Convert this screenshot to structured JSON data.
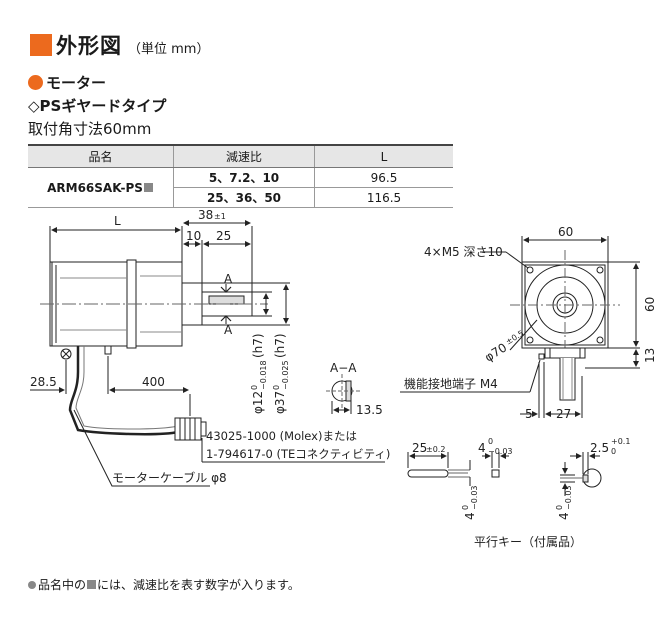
{
  "header": {
    "title": "外形図",
    "unit": "（単位 mm）",
    "motor_label": "モーター",
    "series_label": "◇PSギヤードタイプ",
    "size_label": "取付角寸法60mm"
  },
  "table": {
    "headers": [
      "品名",
      "減速比",
      "L"
    ],
    "product": "ARM66SAK-PS",
    "rows": [
      {
        "ratio": "5、7.2、10",
        "L": "96.5"
      },
      {
        "ratio": "25、36、50",
        "L": "116.5"
      }
    ]
  },
  "drawing": {
    "dim_L": "L",
    "dim_38": "38",
    "dim_38_tol": "±1",
    "dim_10": "10",
    "dim_25": "25",
    "section_a": "A",
    "shaft_dia": "φ12",
    "shaft_tol_top": "0",
    "shaft_tol_bot": "−0.018",
    "shaft_fit": "(h7)",
    "pilot_dia": "φ37",
    "pilot_tol_top": "0",
    "pilot_tol_bot": "−0.025",
    "pilot_fit": "(h7)",
    "dim_28_5": "28.5",
    "dim_400": "400",
    "section_aa": "A−A",
    "dim_13_5": "13.5",
    "connector_line1": "43025-1000 (Molex)または",
    "connector_line2": "1-794617-0 (TEコネクティビティ)",
    "cable_label": "モーターケーブル φ8",
    "front_60_w": "60",
    "front_60_h": "60",
    "holes": "4×M5 深さ10",
    "pcd": "φ70",
    "pcd_tol": "±0.5",
    "dim_13": "13",
    "ground": "機能接地端子 M4",
    "dim_5": "5",
    "dim_27": "27",
    "key_25": "25",
    "key_25_tol": "±0.2",
    "key_4w": "4",
    "key_4w_tol_top": "0",
    "key_4w_tol_bot": "−0.03",
    "key_4h": "4",
    "key_4h_tol_top": "0",
    "key_4h_tol_bot": "−0.03",
    "key_2_5": "2.5",
    "key_2_5_tol_top": "+0.1",
    "key_2_5_tol_bot": "0",
    "key_4r": "4",
    "key_4r_tol_top": "0",
    "key_4r_tol_bot": "−0.03",
    "key_caption": "平行キー（付属品）"
  },
  "footnote": {
    "prefix": "品名中の",
    "suffix": "には、減速比を表す数字が入ります。"
  },
  "colors": {
    "accent": "#ec6a1e",
    "placeholder": "#888888"
  }
}
